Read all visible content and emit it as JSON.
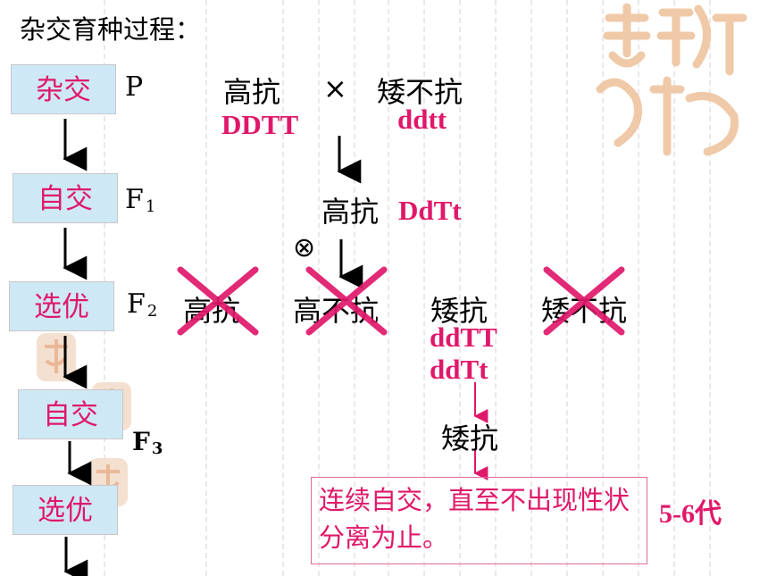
{
  "title": "杂交育种过程：",
  "steps": [
    "杂交",
    "自交",
    "选优",
    "自交",
    "选优"
  ],
  "generations": {
    "p": "P",
    "f1_letter": "F",
    "f1_sub": "1",
    "f2_letter": "F",
    "f2_sub": "2",
    "f3_letter": "F",
    "f3_sub": "3"
  },
  "parents": {
    "p1_phenotype": "高抗",
    "cross_symbol": "×",
    "p2_phenotype": "矮不抗",
    "p1_genotype": "DDTT",
    "p2_genotype": "ddtt"
  },
  "f1": {
    "phenotype": "高抗",
    "genotype": "DdTt",
    "selfing_symbol": "⊗"
  },
  "f2": {
    "phenotypes": [
      "高抗",
      "高不抗",
      "矮抗",
      "矮不抗"
    ],
    "selected_genotypes": [
      "ddTT",
      "ddTt"
    ]
  },
  "f3": {
    "phenotype": "矮抗"
  },
  "result": {
    "text": "连续自交，直至不出现性状分离为止。",
    "generations": "5-6代"
  },
  "colors": {
    "accent": "#e0186a",
    "step_box": "#cfe8f6",
    "cross_mark": "#e0186a",
    "watermark": "#efc9a8"
  }
}
